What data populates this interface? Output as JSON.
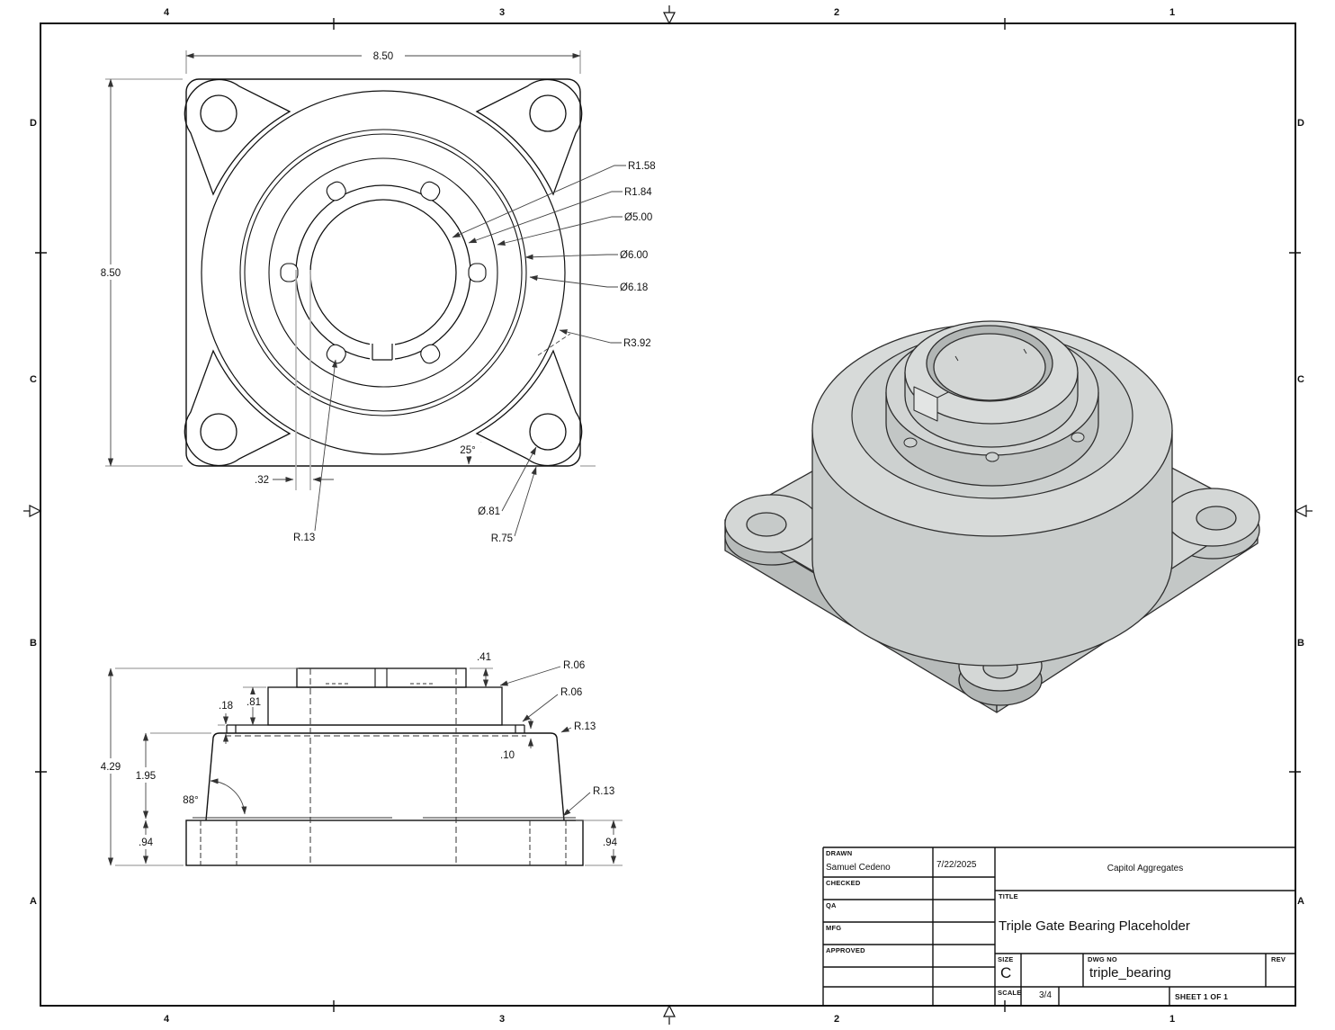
{
  "sheet": {
    "type": "engineering-drawing",
    "bg_color": "#ffffff",
    "line_color": "#111111",
    "model_fill": "#d3d6d5",
    "model_shade": "#bcc0bf"
  },
  "zones": {
    "col1": "4",
    "col2": "3",
    "col3": "2",
    "col4": "1",
    "rowD": "D",
    "rowC": "C",
    "rowB": "B",
    "rowA": "A"
  },
  "front_view": {
    "width": "8.50",
    "height": "8.50",
    "lead1": "R1.58",
    "lead2": "R1.84",
    "lead3": "Ø5.00",
    "lead4": "Ø6.00",
    "lead5": "Ø6.18",
    "lead6": "R3.92",
    "angle": "25°",
    "slot_width": ".32",
    "slot_radius": "R.13",
    "hole_dia": "Ø.81",
    "corner_radius": "R.75"
  },
  "side_view": {
    "total_height": "4.29",
    "drum_height": "1.95",
    "base_height_left": ".94",
    "base_height_right": ".94",
    "draft_angle": "88°",
    "step_height": ".18",
    "collar_height": ".81",
    "ring_height": ".41",
    "lip_height": ".10",
    "fillet1": "R.06",
    "fillet2": "R.06",
    "fillet3": "R.13",
    "fillet4": "R.13"
  },
  "title_block": {
    "drawn_label": "DRAWN",
    "drawn_name": "Samuel Cedeno",
    "drawn_date": "7/22/2025",
    "checked_label": "CHECKED",
    "qa_label": "QA",
    "mfg_label": "MFG",
    "approved_label": "APPROVED",
    "company": "Capitol Aggregates",
    "title_label": "TITLE",
    "title": "Triple Gate Bearing Placeholder",
    "size_label": "SIZE",
    "size": "C",
    "dwg_label": "DWG NO",
    "dwg_no": "triple_bearing",
    "rev_label": "REV",
    "scale_label": "SCALE",
    "scale": "3/4",
    "sheet_label": "SHEET 1  OF 1"
  }
}
